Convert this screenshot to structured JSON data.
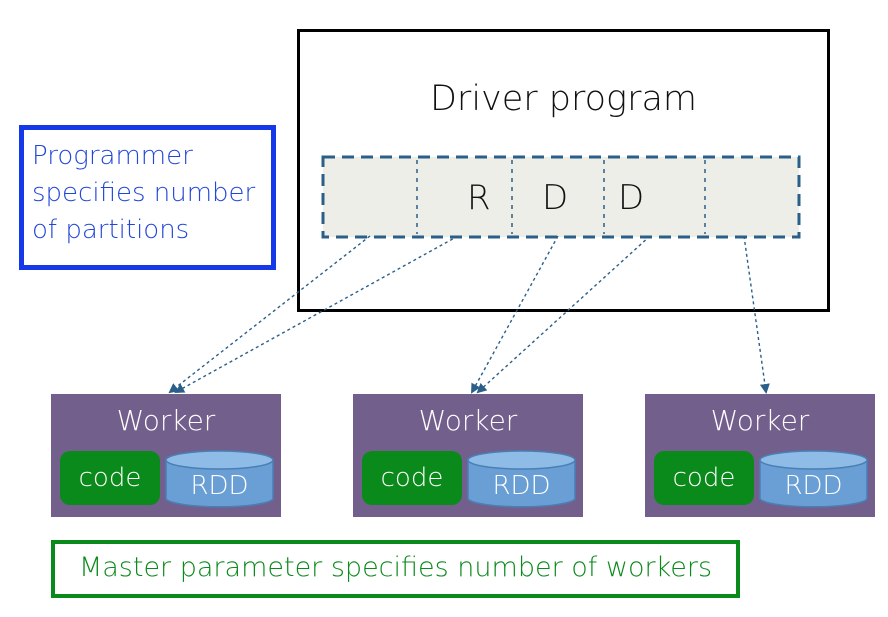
{
  "driver": {
    "title": "Driver program"
  },
  "partitions": {
    "p2": "R",
    "p3": "D",
    "p4": "D"
  },
  "callouts": {
    "partitions_note": "Programmer specifies number of partitions",
    "workers_note": "Master parameter specifies number of workers"
  },
  "workers": [
    {
      "label": "Worker",
      "code": "code",
      "rdd": "RDD"
    },
    {
      "label": "Worker",
      "code": "code",
      "rdd": "RDD"
    },
    {
      "label": "Worker",
      "code": "code",
      "rdd": "RDD"
    }
  ],
  "colors": {
    "worker_bg": "#735f8c",
    "code_green": "#0b8a1c",
    "rdd_blue": "#6a9fd6",
    "arrow": "#2b5f8a",
    "callout_blue": "#1538e8",
    "partition_fill": "#eeeee8"
  }
}
